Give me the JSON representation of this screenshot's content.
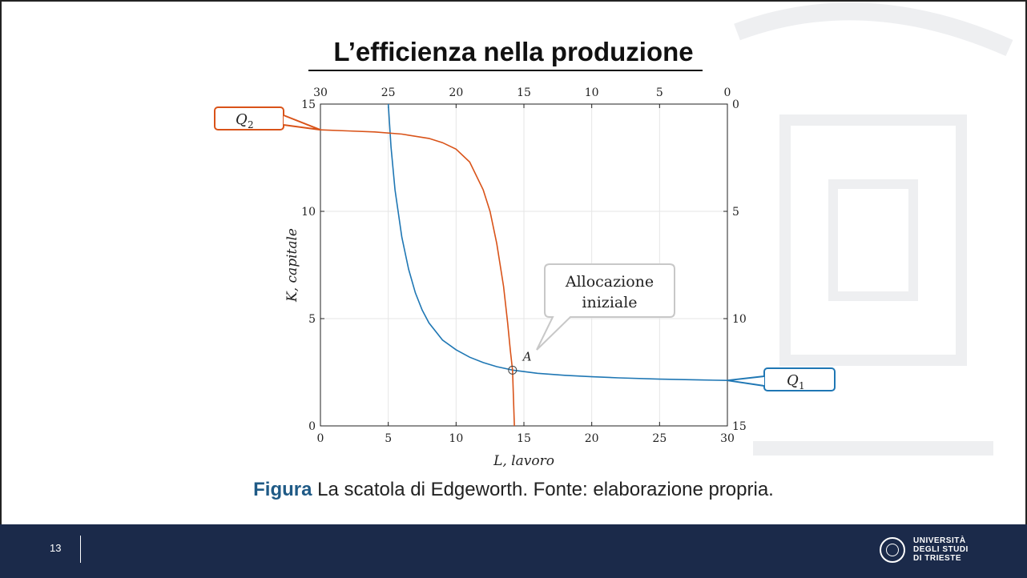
{
  "slide": {
    "title": "L’efficienza nella produzione",
    "caption_bold": "Figura",
    "caption_rest": " La scatola di Edgeworth. Fonte: elaborazione propria.",
    "page_number": "13"
  },
  "footer": {
    "university_lines": [
      "UNIVERSITÀ",
      "DEGLI STUDI",
      "DI TRIESTE"
    ],
    "background_color": "#1b2a4a"
  },
  "chart_data": {
    "type": "line",
    "xlabel": "L, lavoro",
    "ylabel": "K, capitale",
    "xlim": [
      0,
      30
    ],
    "ylim": [
      0,
      15
    ],
    "x_ticks": [
      0,
      5,
      10,
      15,
      20,
      25,
      30
    ],
    "y_ticks": [
      0,
      5,
      10,
      15
    ],
    "top_ticks": [
      30,
      25,
      20,
      15,
      10,
      5,
      0
    ],
    "right_ticks": [
      0,
      5,
      10,
      15
    ],
    "grid": true,
    "series": [
      {
        "name": "Q1",
        "label_main": "Q",
        "label_sub": "1",
        "color": "#1f77b4",
        "label_border": "#1f77b4",
        "x": [
          5.0,
          5.2,
          5.5,
          6.0,
          6.5,
          7.0,
          7.5,
          8.0,
          9.0,
          10.0,
          11.0,
          12.0,
          13.0,
          14.16,
          16.0,
          18.0,
          20.0,
          22.0,
          25.0,
          28.0,
          30.0
        ],
        "y": [
          15.0,
          13.0,
          11.0,
          8.8,
          7.3,
          6.2,
          5.4,
          4.8,
          4.0,
          3.55,
          3.2,
          2.95,
          2.76,
          2.6,
          2.45,
          2.36,
          2.29,
          2.24,
          2.18,
          2.14,
          2.12
        ]
      },
      {
        "name": "Q2",
        "label_main": "Q",
        "label_sub": "2",
        "color": "#d95319",
        "label_border": "#d95319",
        "x": [
          0.0,
          2.0,
          4.0,
          6.0,
          8.0,
          9.0,
          10.0,
          11.0,
          12.0,
          12.5,
          13.0,
          13.5,
          13.8,
          14.0,
          14.16,
          14.3
        ],
        "y": [
          13.8,
          13.75,
          13.7,
          13.6,
          13.4,
          13.2,
          12.9,
          12.3,
          11.0,
          10.0,
          8.5,
          6.5,
          4.8,
          3.5,
          2.6,
          0.0
        ]
      }
    ],
    "point": {
      "label": "A",
      "x": 14.16,
      "y": 2.6
    },
    "callout": {
      "line1": "Allocazione",
      "line2": "iniziale"
    }
  }
}
